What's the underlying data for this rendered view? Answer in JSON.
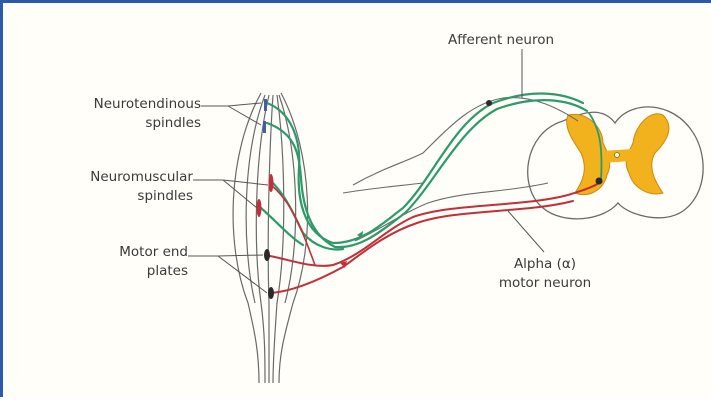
{
  "labels": {
    "neurotendinous_line1": "Neurotendinous",
    "neurotendinous_line2": "spindles",
    "neuromuscular_line1": "Neuromuscular",
    "neuromuscular_line2": "spindles",
    "motor_end_line1": "Motor end",
    "motor_end_line2": "plates",
    "afferent": "Afferent neuron",
    "alpha_line1": "Alpha (α)",
    "alpha_line2": "motor neuron"
  },
  "colors": {
    "frame_border": "#2a5aa8",
    "afferent_fiber": "#2e9a6a",
    "motor_fiber": "#c0303a",
    "grey_matter": "#f2b21e",
    "grey_matter_edge": "#c88a10",
    "outline": "#555555"
  }
}
